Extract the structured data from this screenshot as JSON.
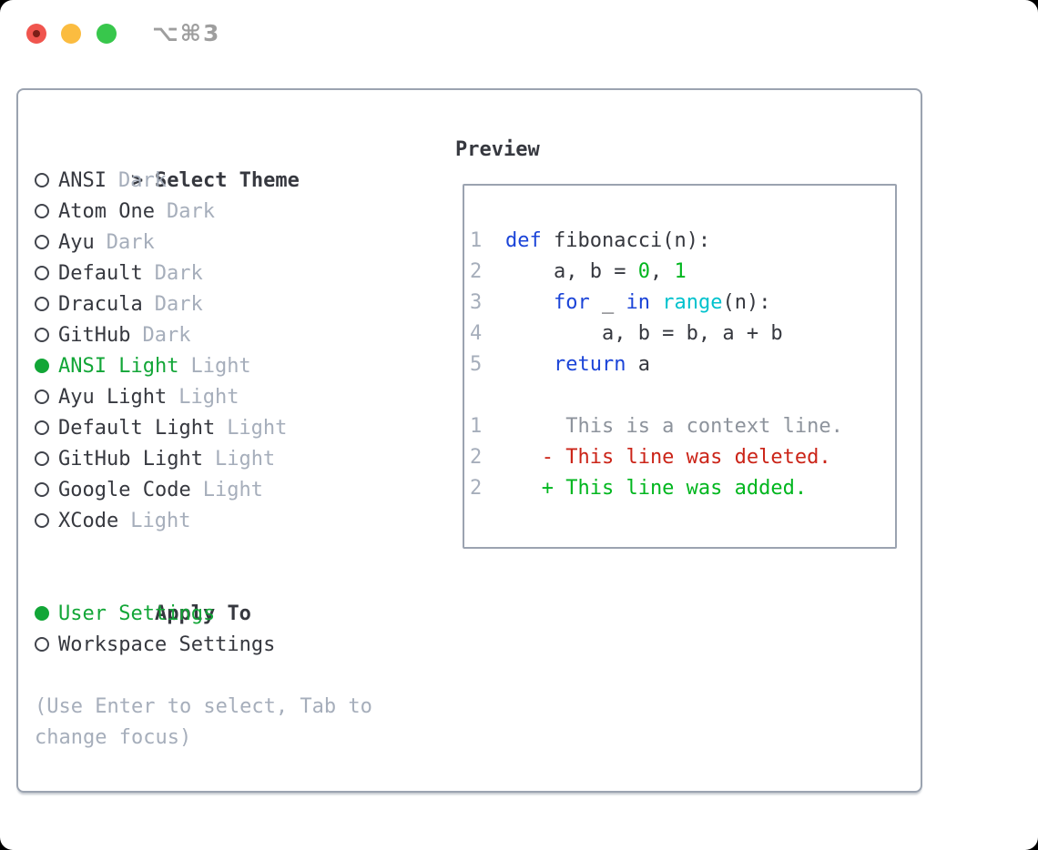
{
  "window": {
    "title": "⌥⌘3"
  },
  "colors": {
    "text": "#36383f",
    "muted": "#a6aebb",
    "context": "#8d939c",
    "green": "#12a637",
    "codegreen": "#00b61e",
    "add": "#00b61e",
    "del": "#cb2418",
    "kw": "#1b44d8",
    "builtin": "#00c2cd",
    "border": "#9ba3b0",
    "titlegray": "#9e9e9e",
    "tlred": "#f0554e",
    "tlyellow": "#fbbc40",
    "tlgreen": "#38c74c",
    "tldot": "#7c1f17"
  },
  "theme_panel": {
    "prompt": ">",
    "title": "Select Theme",
    "items": [
      {
        "name": "ANSI",
        "variant": "Dark",
        "selected": false
      },
      {
        "name": "Atom One",
        "variant": "Dark",
        "selected": false
      },
      {
        "name": "Ayu",
        "variant": "Dark",
        "selected": false
      },
      {
        "name": "Default",
        "variant": "Dark",
        "selected": false
      },
      {
        "name": "Dracula",
        "variant": "Dark",
        "selected": false
      },
      {
        "name": "GitHub",
        "variant": "Dark",
        "selected": false
      },
      {
        "name": "ANSI Light",
        "variant": "Light",
        "selected": true
      },
      {
        "name": "Ayu Light",
        "variant": "Light",
        "selected": false
      },
      {
        "name": "Default Light",
        "variant": "Light",
        "selected": false
      },
      {
        "name": "GitHub Light",
        "variant": "Light",
        "selected": false
      },
      {
        "name": "Google Code",
        "variant": "Light",
        "selected": false
      },
      {
        "name": "XCode",
        "variant": "Light",
        "selected": false
      }
    ],
    "apply_to": {
      "title": "Apply To",
      "options": [
        {
          "label": "User Settings",
          "selected": true
        },
        {
          "label": "Workspace Settings",
          "selected": false
        }
      ]
    },
    "hint": "(Use Enter to select, Tab to change focus)"
  },
  "preview": {
    "title": "Preview",
    "code_lines": [
      {
        "ln": "1",
        "segments": [
          {
            "c": "kw",
            "t": "def"
          },
          {
            "c": "plain",
            "t": " fibonacci(n):"
          }
        ]
      },
      {
        "ln": "2",
        "segments": [
          {
            "c": "plain",
            "t": "    a, b = "
          },
          {
            "c": "num",
            "t": "0"
          },
          {
            "c": "plain",
            "t": ", "
          },
          {
            "c": "num",
            "t": "1"
          }
        ]
      },
      {
        "ln": "3",
        "segments": [
          {
            "c": "plain",
            "t": "    "
          },
          {
            "c": "kw",
            "t": "for"
          },
          {
            "c": "plain",
            "t": " _ "
          },
          {
            "c": "kw",
            "t": "in"
          },
          {
            "c": "plain",
            "t": " "
          },
          {
            "c": "bi",
            "t": "range"
          },
          {
            "c": "plain",
            "t": "(n):"
          }
        ]
      },
      {
        "ln": "4",
        "segments": [
          {
            "c": "plain",
            "t": "        a, b = b, a + b"
          }
        ]
      },
      {
        "ln": "5",
        "segments": [
          {
            "c": "plain",
            "t": "    "
          },
          {
            "c": "kw",
            "t": "return"
          },
          {
            "c": "plain",
            "t": " a"
          }
        ]
      }
    ],
    "diff_lines": [
      {
        "ln": "1",
        "segments": [
          {
            "c": "ctx",
            "t": "     This is a context line."
          }
        ]
      },
      {
        "ln": "2",
        "segments": [
          {
            "c": "del",
            "t": "   - This line was deleted."
          }
        ]
      },
      {
        "ln": "2",
        "segments": [
          {
            "c": "add",
            "t": "   + This line was added."
          }
        ]
      }
    ]
  }
}
